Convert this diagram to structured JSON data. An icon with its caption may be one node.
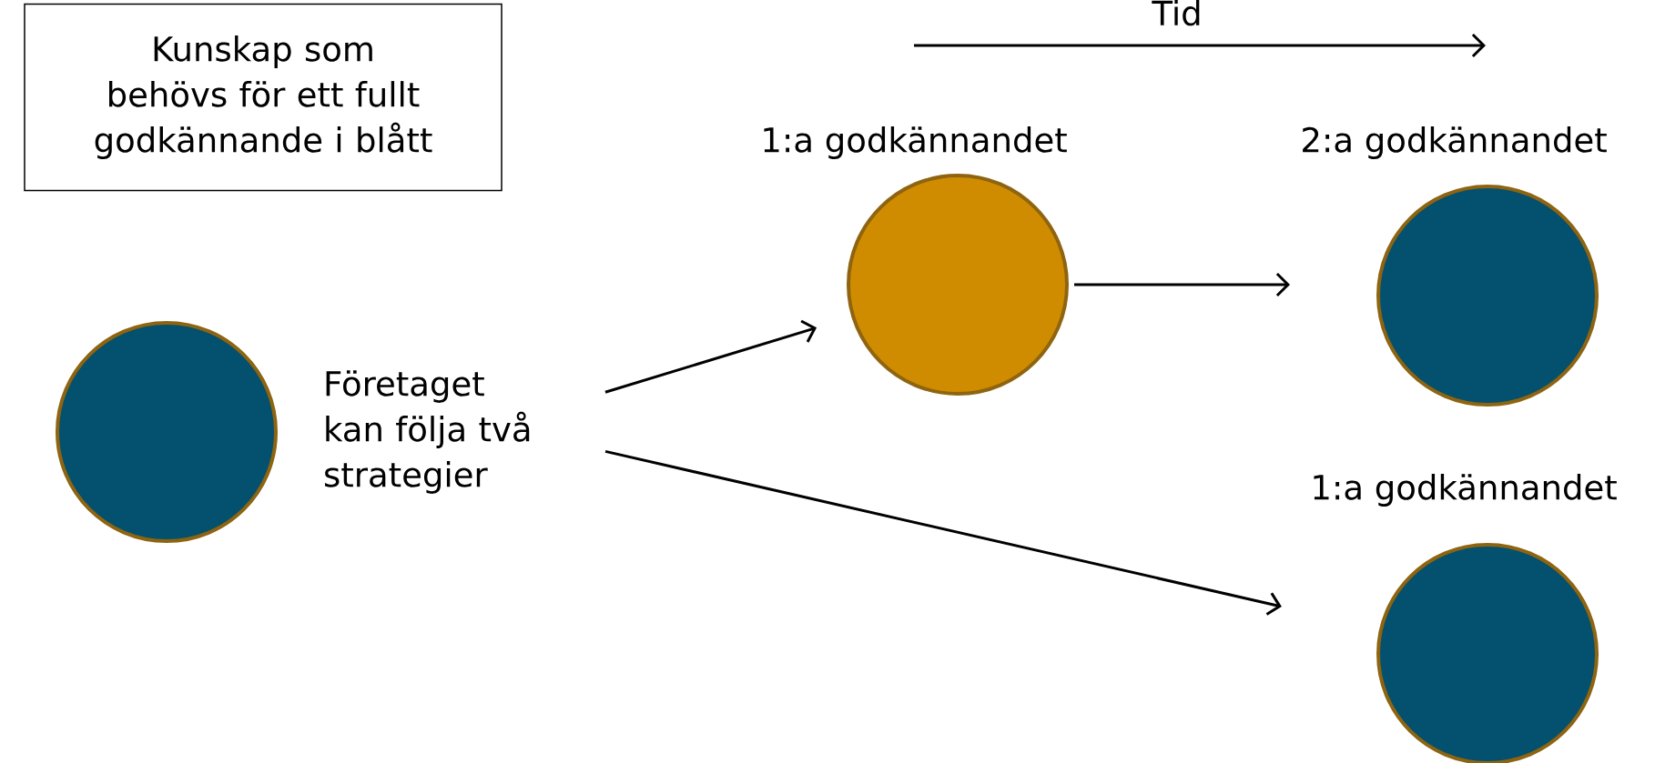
{
  "diagram": {
    "nodes": [
      {
        "text": [
          "Kunskap som behövs för ett fullt godkännande i blått"
        ]
      },
      {
        "text": [],
        "shape": "circle"
      },
      {
        "text": [
          "Företaget kan följa två strategier"
        ]
      },
      {
        "text": [],
        "shape": "circle",
        "beside": [
          "1:a godkännandet"
        ]
      },
      {
        "text": [],
        "shape": "circle",
        "beside": [
          "2:a godkännandet"
        ]
      },
      {
        "text": [],
        "shape": "circle",
        "beside": [
          "1:a godkännandet"
        ]
      }
    ],
    "edges": [
      {
        "from": 2,
        "to": 3,
        "arrow": "to"
      },
      {
        "from": 3,
        "to": 4,
        "arrow": "to"
      },
      {
        "from": 2,
        "to": 5,
        "arrow": "to"
      }
    ],
    "labels": [
      "Tid"
    ]
  }
}
